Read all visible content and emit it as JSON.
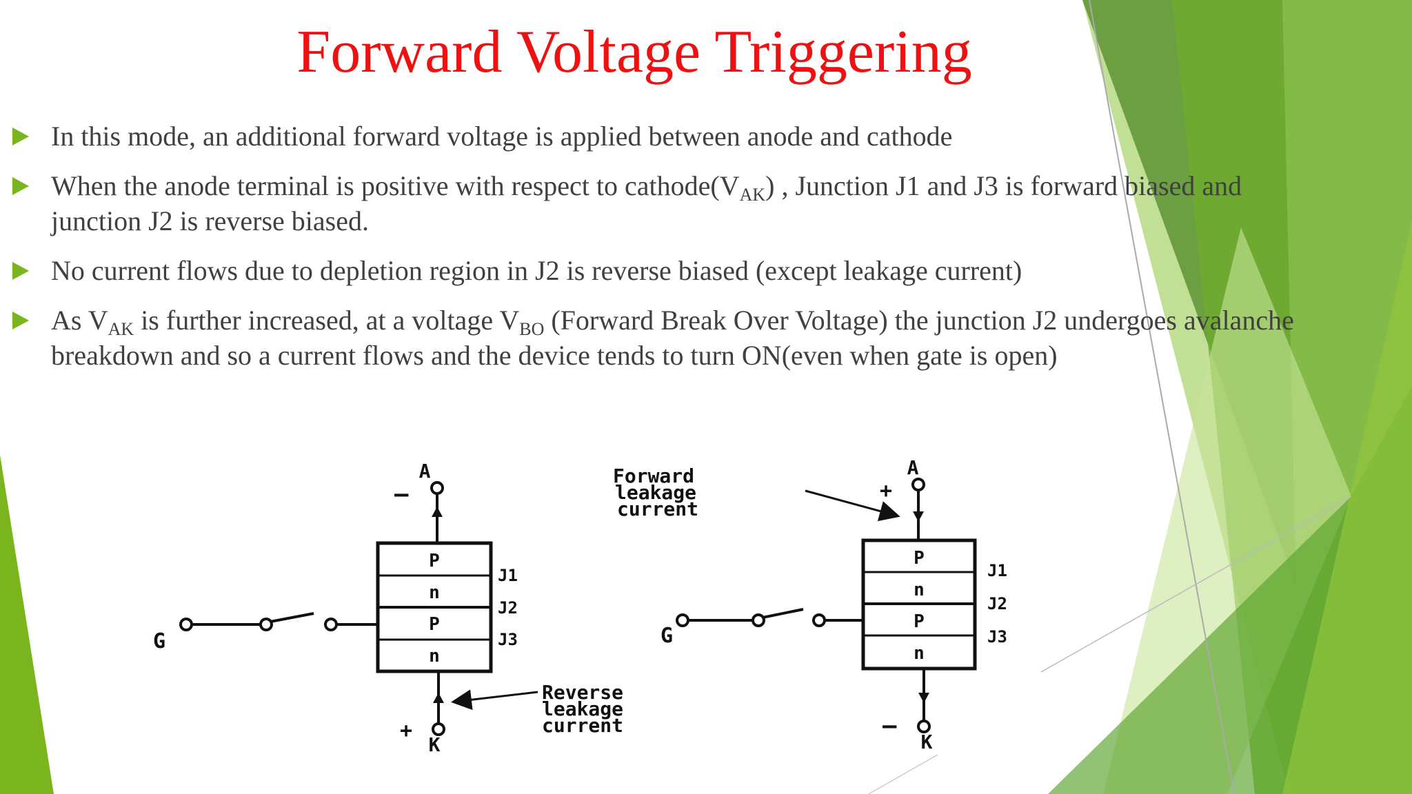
{
  "slide": {
    "title": "Forward Voltage Triggering",
    "bullets": [
      {
        "text": "In this mode, an additional forward voltage is applied between anode and cathode"
      },
      {
        "pre": "When the anode terminal is positive with respect to cathode(V",
        "sub1": "AK",
        "post": ") , Junction J1 and J3 is forward biased and junction J2 is reverse biased."
      },
      {
        "text": "No current flows due to depletion region in J2 is reverse biased (except leakage current)"
      },
      {
        "pre": "As V",
        "sub1": "AK",
        "mid": " is further increased, at a voltage V",
        "sub2": "BO",
        "post": " (Forward Break Over Voltage) the junction J2 undergoes avalanche breakdown and so a current flows and the device tends to turn ON(even when gate is open)"
      }
    ]
  },
  "diagram": {
    "left": {
      "anode": "A",
      "anode_sign": "–",
      "cathode": "K",
      "cathode_sign": "+",
      "gate": "G",
      "layers": [
        "P",
        "n",
        "P",
        "n"
      ],
      "junctions": [
        "J1",
        "J2",
        "J3"
      ],
      "leakage_label": [
        "Reverse",
        "leakage",
        "current"
      ]
    },
    "right": {
      "anode": "A",
      "anode_sign": "+",
      "cathode": "K",
      "cathode_sign": "–",
      "gate": "G",
      "layers": [
        "P",
        "n",
        "P",
        "n"
      ],
      "junctions": [
        "J1",
        "J2",
        "J3"
      ],
      "leakage_label": [
        "Forward",
        "leakage",
        "current"
      ]
    }
  },
  "colors": {
    "title": "#ee1111",
    "text": "#404040",
    "bullet": "#7ab51d",
    "green_dark": "#4e8a22",
    "green_mid": "#76b43a",
    "green_light": "#a8d060"
  }
}
